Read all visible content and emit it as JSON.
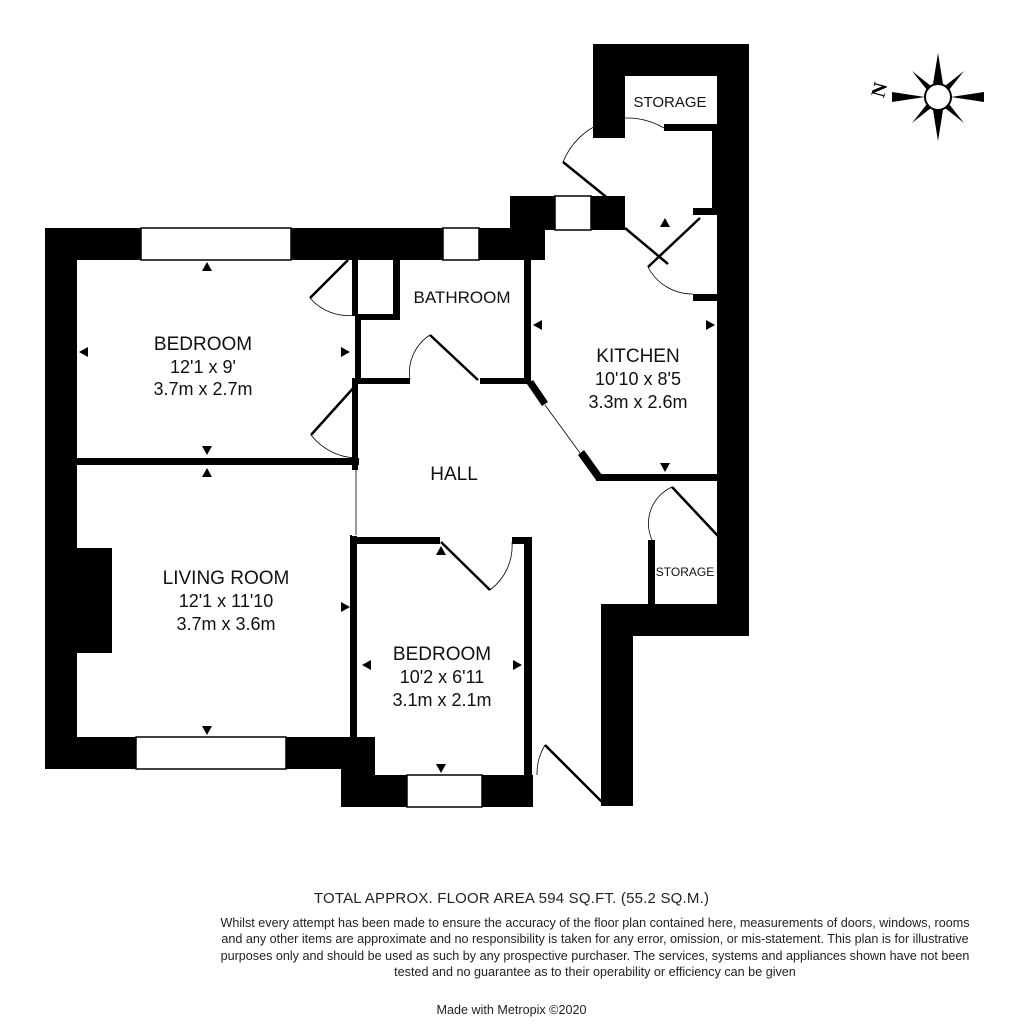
{
  "rooms": {
    "bedroom1": {
      "name": "BEDROOM",
      "dim_imperial": "12'1 x 9'",
      "dim_metric": "3.7m x 2.7m"
    },
    "kitchen": {
      "name": "KITCHEN",
      "dim_imperial": "10'10 x 8'5",
      "dim_metric": "3.3m x 2.6m"
    },
    "living": {
      "name": "LIVING ROOM",
      "dim_imperial": "12'1 x 11'10",
      "dim_metric": "3.7m x 3.6m"
    },
    "bedroom2": {
      "name": "BEDROOM",
      "dim_imperial": "10'2 x 6'11",
      "dim_metric": "3.1m x 2.1m"
    },
    "bathroom": {
      "name": "BATHROOM"
    },
    "hall": {
      "name": "HALL"
    },
    "storage_top": {
      "name": "STORAGE"
    },
    "storage_side": {
      "name": "STORAGE"
    }
  },
  "compass": {
    "north_label": "N",
    "icon": "compass-rose-icon"
  },
  "footer": {
    "total_area": "TOTAL APPROX. FLOOR AREA 594 SQ.FT. (55.2 SQ.M.)",
    "disclaimer": "Whilst every attempt has been made to ensure the accuracy of the floor plan contained here, measurements of doors, windows, rooms and any other items are approximate and no responsibility is taken for any error, omission, or mis-statement. This plan is for illustrative purposes only and should be used as such by any prospective purchaser. The services, systems and appliances shown have not been tested and no guarantee as to their operability or efficiency can be given",
    "credit": "Made with Metropix ©2020"
  },
  "colors": {
    "wall": "#000000",
    "window": "#ffffff",
    "background": "#ffffff"
  }
}
